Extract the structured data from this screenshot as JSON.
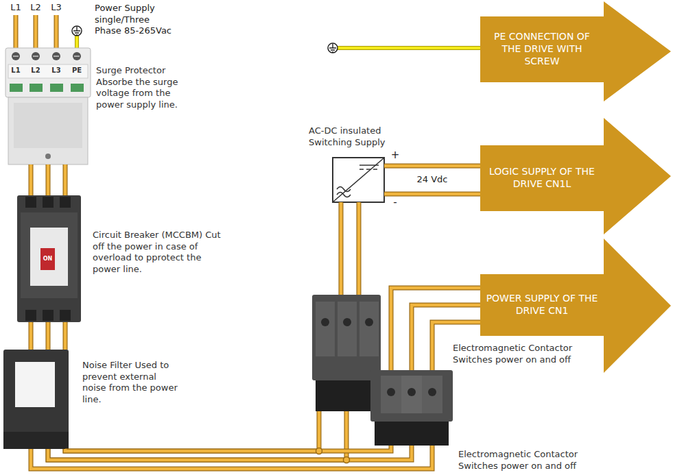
{
  "diagram": {
    "nodes": [
      {
        "text": [
          "L1",
          "L2",
          "L3",
          "PE",
          "Surge Protector Absorbe the surge voltage from the power supply line."
        ]
      },
      {
        "text": [
          "ON",
          "Circuit Breaker (MCCBM) Cut off the power in case of overload to pprotect the power line."
        ]
      },
      {
        "text": [
          "Noise Filter Used to prevent external noise from the power line."
        ]
      },
      {
        "text": [
          "PE CONNECTION OF THE DRIVE WITH SCREW"
        ]
      },
      {
        "text": [
          "AC-DC insulated Switching Supply"
        ]
      },
      {
        "text": [
          "LOGIC SUPPLY OF THE DRIVE CN1L"
        ]
      },
      {
        "text": [
          "Electromagnetic Contactor Switches power on and off"
        ]
      },
      {
        "text": [
          "POWER SUPPLY OF THE DRIVE CN1"
        ]
      },
      {
        "text": [
          "Electromagnetic Contactor Switches power on and off"
        ]
      }
    ],
    "edges": [
      {
        "from": 0,
        "to": 1,
        "arrow": "none"
      },
      {
        "from": 1,
        "to": 2,
        "arrow": "none"
      },
      {
        "from": 2,
        "to": 6,
        "arrow": "none"
      },
      {
        "from": 2,
        "to": 8,
        "arrow": "none"
      },
      {
        "from": 6,
        "to": 4,
        "arrow": "none"
      },
      {
        "from": 4,
        "to": 5,
        "label": "24 Vdc",
        "arrow": "none"
      },
      {
        "from": 8,
        "to": 7,
        "arrow": "none"
      }
    ],
    "labels": [
      "L1",
      "L2",
      "L3",
      "Power Supply single/Three Phase 85-265Vac",
      "+",
      "-"
    ]
  }
}
